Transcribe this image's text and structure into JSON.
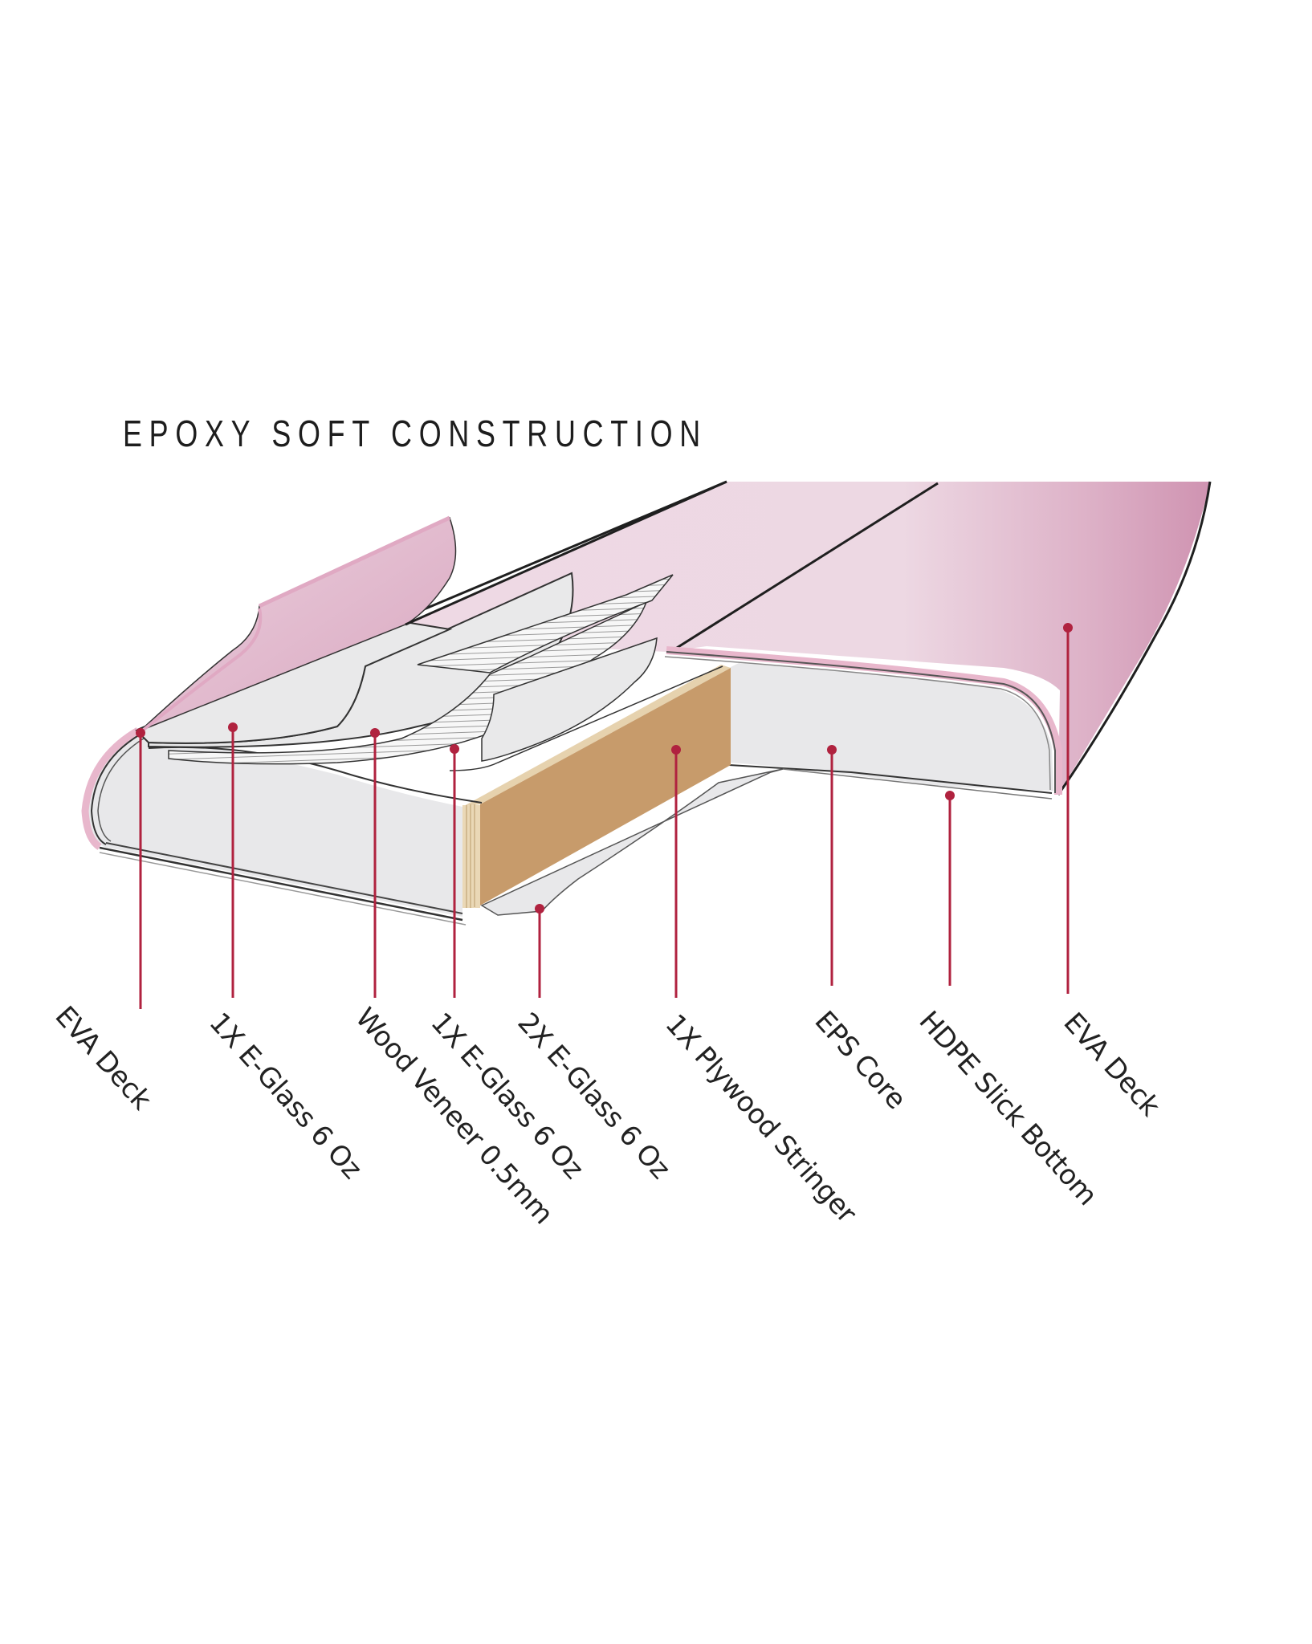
{
  "diagram": {
    "title": "EPOXY SOFT CONSTRUCTION",
    "colors": {
      "deck_light": "#EFDCE6",
      "deck_dark": "#D49DB8",
      "deck_edge": "#E8B7CC",
      "core": "#E8E8EA",
      "stringer_face": "#C79B6B",
      "stringer_edge": "#E9D7B4",
      "leader": "#B0223F",
      "outline": "#1f1f1f",
      "text": "#222222"
    },
    "layers": [
      {
        "label": "EVA Deck",
        "dot": [
          175,
          913
        ],
        "line_end": 1257
      },
      {
        "label": "1X E-Glass 6 Oz",
        "dot": [
          290,
          906
        ],
        "line_end": 1243
      },
      {
        "label": "Wood Veneer 0.5mm",
        "dot": [
          467,
          913
        ],
        "line_end": 1243
      },
      {
        "label": "1X E-Glass 6 Oz",
        "dot": [
          566,
          933
        ],
        "line_end": 1243
      },
      {
        "label": "2X E-Glass 6 Oz",
        "dot": [
          672,
          1132
        ],
        "line_end": 1243
      },
      {
        "label": "1X Plywood Stringer",
        "dot": [
          842,
          934
        ],
        "line_end": 1243
      },
      {
        "label": "EPS Core",
        "dot": [
          1036,
          934
        ],
        "line_end": 1228
      },
      {
        "label": "HDPE Slick Bottom",
        "dot": [
          1183,
          991
        ],
        "line_end": 1228
      },
      {
        "label": "EVA Deck",
        "dot": [
          1330,
          782
        ],
        "line_end": 1238
      }
    ]
  }
}
